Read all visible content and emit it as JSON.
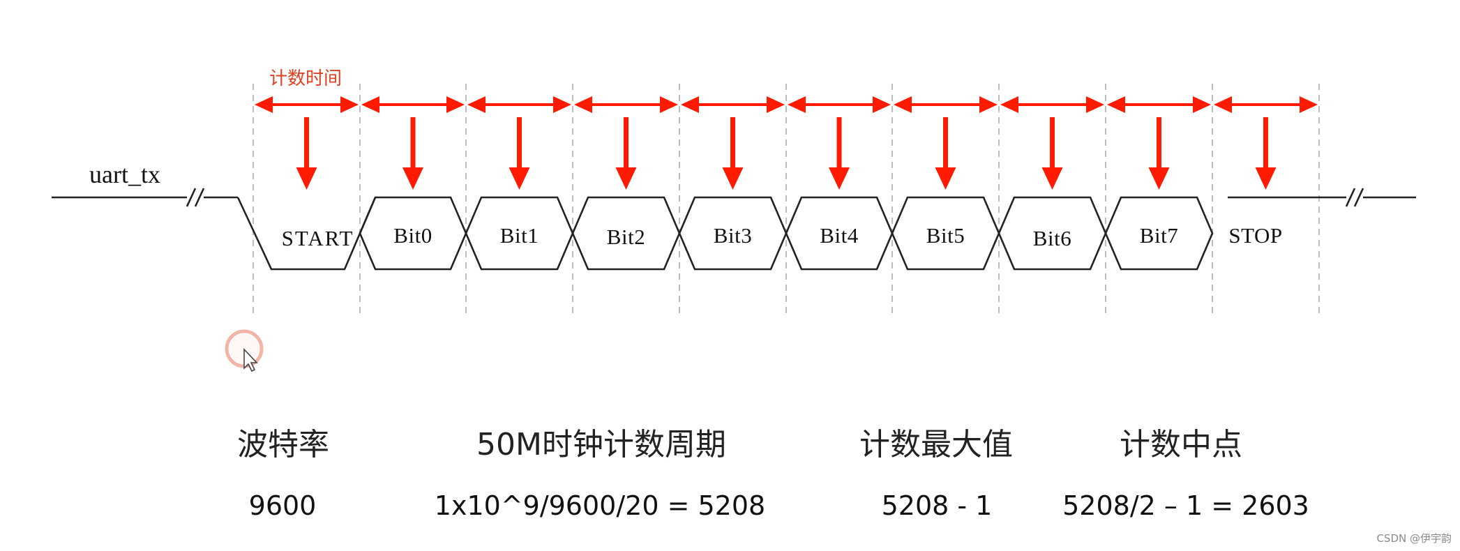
{
  "signal_label": "uart_tx",
  "count_time_label": "计数时间",
  "bits": [
    "START",
    "Bit0",
    "Bit1",
    "Bit2",
    "Bit3",
    "Bit4",
    "Bit5",
    "Bit6",
    "Bit7",
    "STOP"
  ],
  "table": {
    "headers": [
      "波特率",
      "50M时钟计数周期",
      "计数最大值",
      "计数中点"
    ],
    "values": [
      "9600",
      "1x10^9/9600/20 = 5208",
      "5208 - 1",
      "5208/2 – 1 = 2603"
    ]
  },
  "watermark": "CSDN @伊宇韵",
  "colors": {
    "arrow": "#ff1a00",
    "label_red": "#e04020",
    "line": "#222222",
    "dash": "#bdbdbd"
  }
}
